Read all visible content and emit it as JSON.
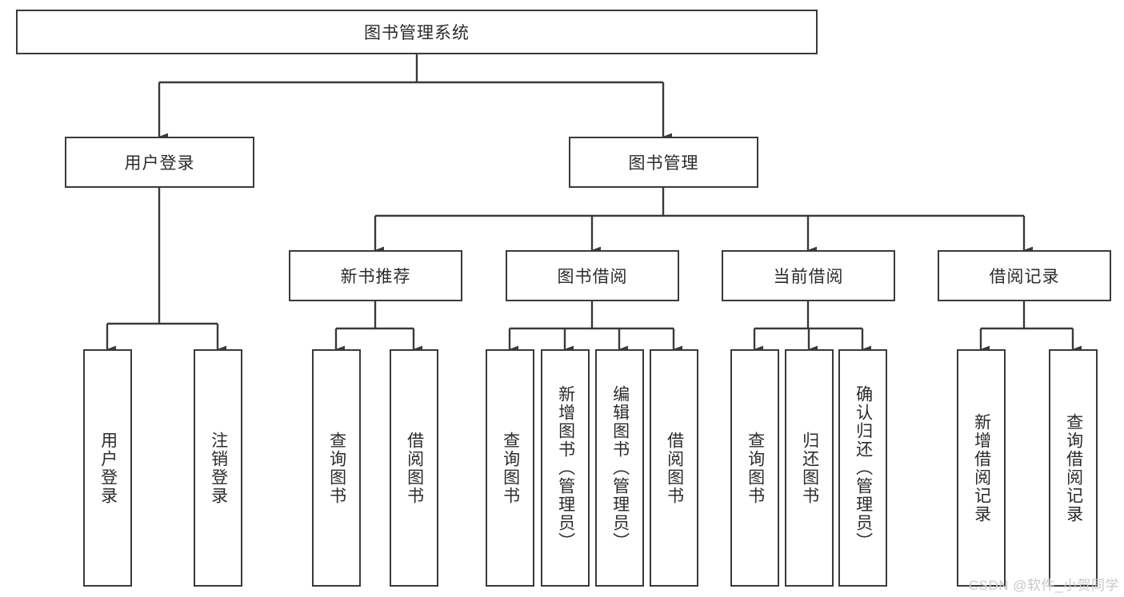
{
  "diagram": {
    "type": "tree",
    "title": "图书管理系统",
    "watermark": "CSDN @软件_小贺同学",
    "colors": {
      "box_border": "#3a3a3a",
      "box_fill": "#ffffff",
      "text": "#2b2b2b",
      "line": "#3a3a3a",
      "watermark": "#c8c8c8"
    },
    "levels": {
      "root": {
        "label": "图书管理系统"
      },
      "level2": [
        {
          "id": "user-login",
          "label": "用户登录"
        },
        {
          "id": "book-management",
          "label": "图书管理"
        }
      ],
      "level3": [
        {
          "id": "new-book-recommend",
          "label": "新书推荐",
          "parent": "book-management"
        },
        {
          "id": "book-borrow",
          "label": "图书借阅",
          "parent": "book-management"
        },
        {
          "id": "current-borrow",
          "label": "当前借阅",
          "parent": "book-management"
        },
        {
          "id": "borrow-record",
          "label": "借阅记录",
          "parent": "book-management"
        }
      ],
      "leaves": [
        {
          "id": "leaf-user-login",
          "label": "用户登录",
          "parent": "user-login"
        },
        {
          "id": "leaf-logout",
          "label": "注销登录",
          "parent": "user-login"
        },
        {
          "id": "leaf-query-book-1",
          "label": "查询图书",
          "parent": "new-book-recommend"
        },
        {
          "id": "leaf-borrow-book-1",
          "label": "借阅图书",
          "parent": "new-book-recommend"
        },
        {
          "id": "leaf-query-book-2",
          "label": "查询图书",
          "parent": "book-borrow"
        },
        {
          "id": "leaf-add-book",
          "label": "新增图书（管理员）",
          "parent": "book-borrow"
        },
        {
          "id": "leaf-edit-book",
          "label": "编辑图书（管理员）",
          "parent": "book-borrow"
        },
        {
          "id": "leaf-borrow-book-2",
          "label": "借阅图书",
          "parent": "book-borrow"
        },
        {
          "id": "leaf-query-book-3",
          "label": "查询图书",
          "parent": "current-borrow"
        },
        {
          "id": "leaf-return-book",
          "label": "归还图书",
          "parent": "current-borrow"
        },
        {
          "id": "leaf-confirm-return",
          "label": "确认归还（管理员）",
          "parent": "current-borrow"
        },
        {
          "id": "leaf-add-record",
          "label": "新增借阅记录",
          "parent": "borrow-record"
        },
        {
          "id": "leaf-query-record",
          "label": "查询借阅记录",
          "parent": "borrow-record"
        }
      ]
    }
  }
}
